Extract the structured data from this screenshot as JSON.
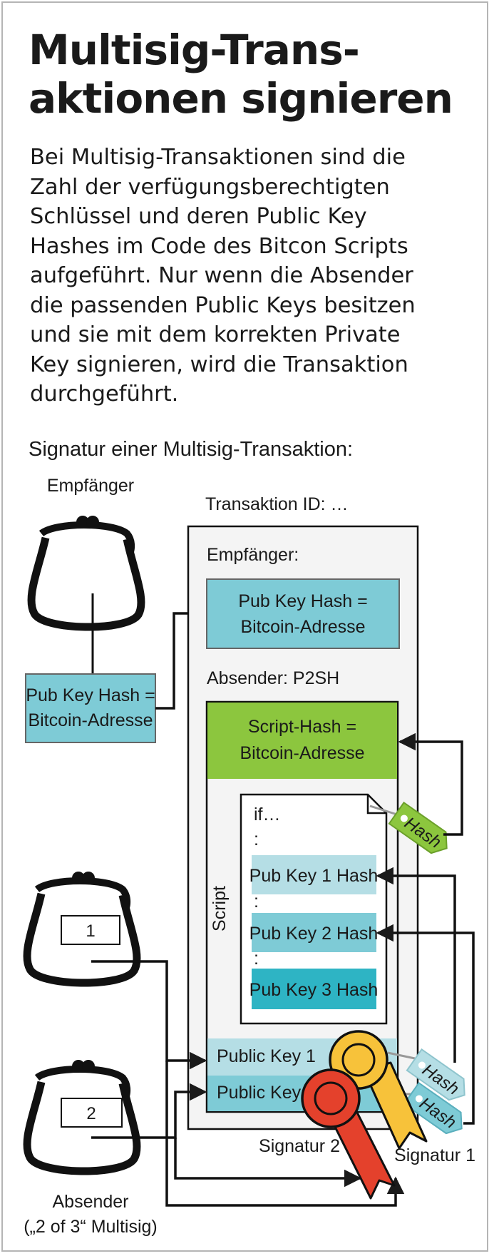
{
  "title_lines": [
    "Multisig-Trans-",
    "aktionen signieren"
  ],
  "intro_lines": [
    "Bei Multisig-Transaktionen sind die",
    "Zahl der verfügungsberechtigten",
    "Schlüssel und deren Public Key",
    "Hashes im Code des Bitcon Scripts",
    "aufgeführt. Nur wenn die Absender",
    "die passenden Public Keys besitzen",
    "und sie mit dem korrekten Private",
    "Key signieren, wird die Transaktion",
    "durchgeführt."
  ],
  "subhead": "Signatur einer Multisig-Transaktion:",
  "diagram": {
    "recipient_label": "Empfänger",
    "recipient_hash": [
      "Pub Key Hash =",
      "Bitcoin-Adresse"
    ],
    "tx_id": "Transaktion ID: …",
    "tx_recipient_label": "Empfänger:",
    "tx_recipient_hash": [
      "Pub Key Hash =",
      "Bitcoin-Adresse"
    ],
    "sender_label": "Absender: P2SH",
    "script_hash": [
      "Script-Hash =",
      "Bitcoin-Adresse"
    ],
    "script_label": "Script",
    "script_if": "if…",
    "script_dots": [
      ":",
      ":",
      ":"
    ],
    "pubkey_hashes": [
      "Pub Key 1 Hash",
      "Pub Key 2 Hash",
      "Pub Key 3 Hash"
    ],
    "public_keys": [
      "Public Key 1",
      "Public Key 2"
    ],
    "hash_tag": "Hash",
    "wallet_numbers": [
      "1",
      "2"
    ],
    "signature_1": "Signatur 1",
    "signature_2": "Signatur 2",
    "sender_caption": [
      "Absender",
      "(„2 of 3“ Multisig)"
    ]
  },
  "colors": {
    "cyan": "#7ecbd6",
    "green": "#8cc63e",
    "light_cyan": "#b5dee5",
    "teal": "#2eb4c4",
    "yellow": "#f7c23a",
    "red": "#e4412c",
    "tx_bg": "#f4f4f4"
  }
}
